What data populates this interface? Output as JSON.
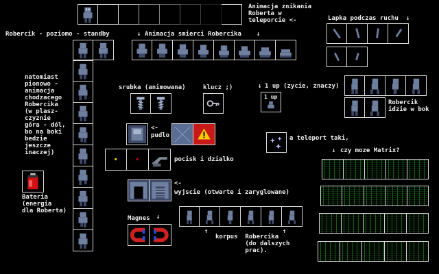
{
  "labels": {
    "znikanie": "Animacja znikania\nRoberta w\nteleporcie <-",
    "lapka": "Lapka podczas ruchu",
    "standby": "Robercik - poziomo - standby",
    "smierc": "Animacja smierci Robercika",
    "pionowo": "natomiast\npionowo -\nanimacja\nchodzacego\nRobercika\n(w plasz-\nczyznie\ngóra - dól,\nbo na boki\nbedzie\njeszcze\ninaczej)",
    "srubka": "srubka (animowana)",
    "klucz": "klucz ;)",
    "oneup": "1 up (zycie, znaczy)",
    "oneup_tile": "1 up",
    "idzie": "Robercik\nidzie w bok",
    "pudlo_arrow": "<-",
    "pudlo": "pudlo",
    "teleport": "a teleport taki,",
    "matrix": "czy moze Matrix?",
    "pocisk": "pocisk i dzialko",
    "bateria": "Bateria\n(energia\ndla Roberta)",
    "wyjscie": "wyjscie (otwarte i zaryglowane)",
    "wyjscie_arrow": "<-",
    "magnes": "Magnes",
    "korpus": "korpus  Robercika\n        (do dalszych\n        prac).",
    "arrow_down": "↓",
    "arrow_up": "↑",
    "arrow_left": "<-"
  },
  "colors": {
    "robot_body": "#6f7fa0",
    "robot_dark": "#3c4866",
    "robot_light": "#a9b6d0",
    "warning_red": "#c81818",
    "warning_yellow": "#ffcc00",
    "bullet_yellow": "#ffd000",
    "bullet_red": "#e00000",
    "teleport_star": "#b0b8ff",
    "battery_red": "#d01010",
    "magnet_red": "#d02020",
    "magnet_blue": "#2a4ad0"
  }
}
